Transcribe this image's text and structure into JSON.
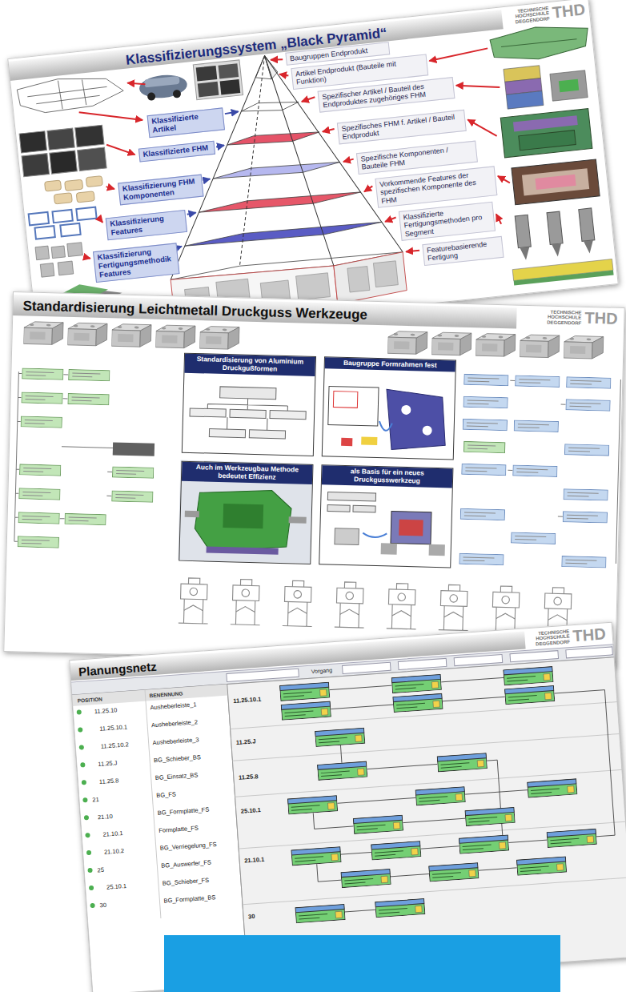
{
  "diagram": {
    "nodes": [
      {
        "text": [
          "Klassifizierungssystem „Black Pyramid“"
        ]
      },
      {
        "text": [
          "Baugruppen Endprodukt"
        ],
        "in": 0
      },
      {
        "text": [
          "Artikel Endprodukt (Bauteile mit Funktion)"
        ],
        "in": 0
      },
      {
        "text": [
          "Klassifizierte Artikel"
        ],
        "in": 0
      },
      {
        "text": [
          "Spezifischer Artikel / Bauteil des Endproduktes zugehöriges FHM"
        ],
        "in": 0
      },
      {
        "text": [
          "Klassifizierte FHM"
        ],
        "in": 0
      },
      {
        "text": [
          "Spezifisches FHM f. Artikel / Bauteil Endprodukt"
        ],
        "in": 0
      },
      {
        "text": [
          "Klassifizierung FHM Komponenten"
        ],
        "in": 0
      },
      {
        "text": [
          "Spezifische Komponenten / Bauteile FHM"
        ],
        "in": 0
      },
      {
        "text": [
          "Klassifizierung Features"
        ],
        "in": 0
      },
      {
        "text": [
          "Vorkommende Features der spezifischen Komponente des FHM"
        ],
        "in": 0
      },
      {
        "text": [
          "Klassifizierung Fertigungsmethodik Features"
        ],
        "in": 0
      },
      {
        "text": [
          "Klassifizierte Fertigungsmethoden pro Segment"
        ],
        "in": 0
      },
      {
        "text": [
          "Featurebasierende Fertigung"
        ],
        "in": 0
      },
      {
        "text": [
          "Standardisierung Leichtmetall Druckguss Werkzeuge"
        ]
      },
      {
        "text": [
          "Standardisierung von Aluminium Druckgußformen"
        ],
        "in": 14
      },
      {
        "text": [
          "Baugruppe Formrahmen fest"
        ],
        "in": 14
      },
      {
        "text": [
          "Auch im Werkzeugbau Methode bedeutet Effizienz"
        ],
        "in": 14
      },
      {
        "text": [
          "als Basis für ein neues Druckgusswerkzeug"
        ],
        "in": 14
      },
      {
        "text": [
          "Planungsnetz"
        ]
      }
    ],
    "labels": [
      "TECHNISCHE HOCHSCHULE DEGGENDORF",
      "THD",
      "TECHNISCHE HOCHSCHULE DEGGENDORF",
      "THD",
      "TECHNISCHE HOCHSCHULE DEGGENDORF",
      "THD",
      "Vorgang",
      "POSITION",
      "BENENNUNG",
      "11.25.10",
      "Ausheberleiste_1",
      "11.25.10.1",
      "Ausheberleiste_2",
      "11.25.10.2",
      "Ausheberleiste_3",
      "11.25.J",
      "BG_Schieber_BS",
      "11.25.8",
      "BG_Einsatz_BS",
      "21",
      "BG_FS",
      "21.10",
      "BG_Formplatte_FS",
      "21.10.1",
      "Formplatte_FS",
      "21.10.2",
      "BG_Verriegelung_FS",
      "25",
      "BG_Auswerfer_FS",
      "25.10.1",
      "BG_Schieber_FS",
      "30",
      "BG_Formplatte_BS",
      "11.25.10.1",
      "11.25.J",
      "11.25.8",
      "25.10.1",
      "21.10.1",
      "30"
    ]
  }
}
